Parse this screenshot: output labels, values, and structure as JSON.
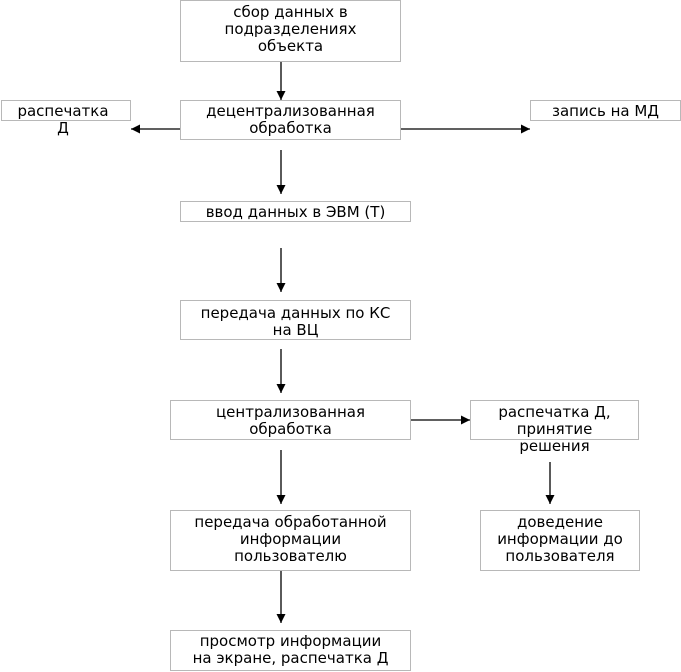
{
  "nodes": {
    "collect": "сбор данных в\nподразделениях\nобъекта",
    "decentral": "децентрализованная\nобработка",
    "print_left": "распечатка\nД",
    "record": "запись на МД",
    "input": "ввод данных в ЭВМ (Т)",
    "transfer": "передача данных по КС\nна ВЦ",
    "central": "централизованная\nобработка",
    "print_decision": "распечатка Д,\nпринятие\nрешения",
    "transfer_user": "передача обработанной\nинформации\nпользователю",
    "deliver": "доведение\nинформации до\nпользователя",
    "view": "просмотр информации\nна экране, распечатка Д"
  }
}
